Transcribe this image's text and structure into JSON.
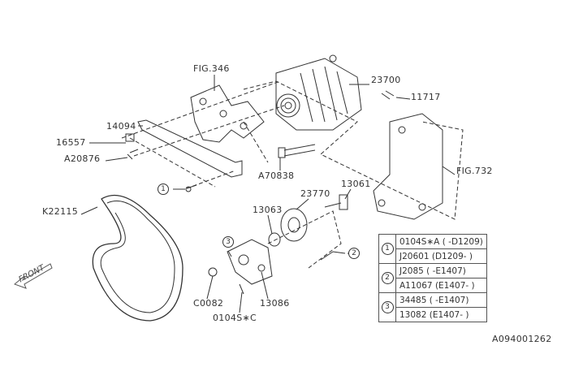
{
  "diagram_id": "A094001262",
  "callouts": {
    "fig346": "FIG.346",
    "p23700": "23700",
    "p11717": "11717",
    "p14094": "14094",
    "p16557": "16557",
    "pA20876": "A20876",
    "pA70838": "A70838",
    "fig732": "FIG.732",
    "p13061": "13061",
    "p23770": "23770",
    "pK22115": "K22115",
    "p13063": "13063",
    "pC0082": "C0082",
    "p13086": "13086",
    "p0104SC": "0104S∗C",
    "ref1": "1",
    "ref2": "2",
    "ref3": "3"
  },
  "front_label": "FRONT",
  "legend": [
    {
      "ref": "1",
      "rows": [
        {
          "part": "0104S∗A",
          "range": "( -D1209)"
        },
        {
          "part": "J20601",
          "range": "(D1209- )"
        }
      ]
    },
    {
      "ref": "2",
      "rows": [
        {
          "part": "J2085",
          "range": "( -E1407)"
        },
        {
          "part": "A11067",
          "range": "(E1407- )"
        }
      ]
    },
    {
      "ref": "3",
      "rows": [
        {
          "part": "34485",
          "range": "( -E1407)"
        },
        {
          "part": "13082",
          "range": "(E1407- )"
        }
      ]
    }
  ]
}
